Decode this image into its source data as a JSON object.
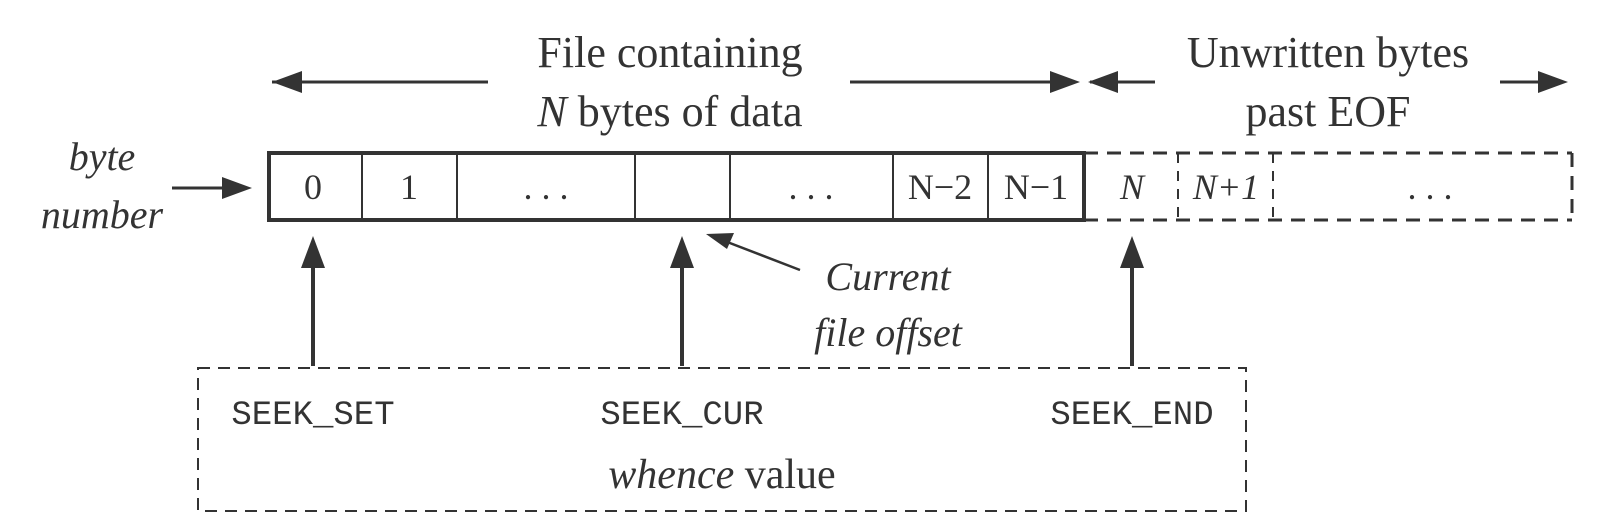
{
  "header_file": {
    "line1": "File containing",
    "line2_italic": "N",
    "line2_rest": " bytes of data"
  },
  "header_unwritten": {
    "line1": "Unwritten bytes",
    "line2": "past EOF"
  },
  "byte_number_label": {
    "line1": "byte",
    "line2": "number"
  },
  "file_cells": [
    "0",
    "1",
    ". . .",
    "",
    ". . .",
    "N−2",
    "N−1"
  ],
  "past_eof_cells": [
    "N",
    "N+1",
    ". . ."
  ],
  "current_offset_label": {
    "line1": "Current",
    "line2": "file offset"
  },
  "whence": {
    "seek_set": "SEEK_SET",
    "seek_cur": "SEEK_CUR",
    "seek_end": "SEEK_END",
    "caption_italic": "whence",
    "caption_rest": " value"
  },
  "colors": {
    "ink": "#333333",
    "background": "#ffffff"
  }
}
